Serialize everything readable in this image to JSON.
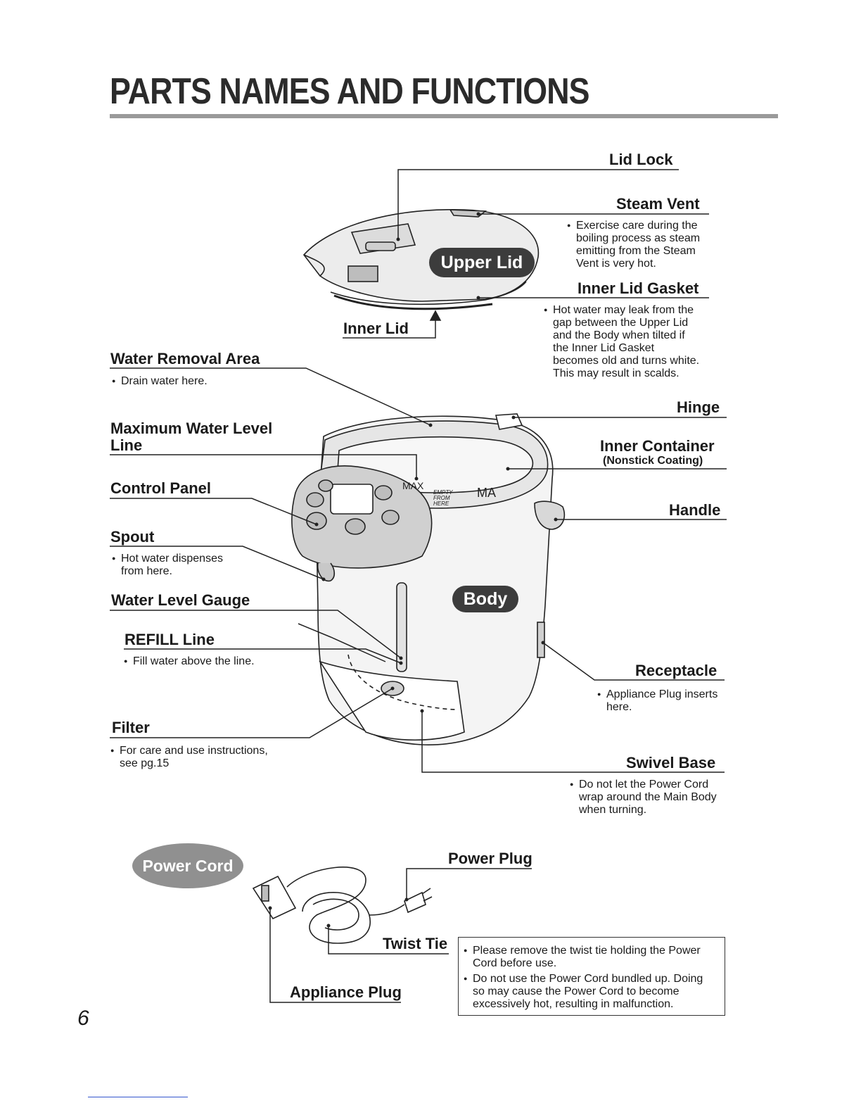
{
  "page": {
    "title": "PARTS NAMES AND FUNCTIONS",
    "page_number": "6"
  },
  "badges": {
    "upper_lid": "Upper Lid",
    "body": "Body",
    "power_cord": "Power Cord"
  },
  "labels": {
    "lid_lock": "Lid Lock",
    "steam_vent": "Steam Vent",
    "inner_lid_gasket": "Inner Lid Gasket",
    "inner_lid": "Inner Lid",
    "water_removal_area": "Water Removal Area",
    "hinge": "Hinge",
    "max_water_level_1": "Maximum Water Level",
    "max_water_level_2": "Line",
    "inner_container": "Inner Container",
    "inner_container_sub": "(Nonstick Coating)",
    "control_panel": "Control Panel",
    "handle": "Handle",
    "spout": "Spout",
    "water_level_gauge": "Water Level Gauge",
    "refill_line": "REFILL Line",
    "receptacle": "Receptacle",
    "filter": "Filter",
    "swivel_base": "Swivel Base",
    "power_plug": "Power Plug",
    "twist_tie": "Twist Tie",
    "appliance_plug": "Appliance Plug"
  },
  "notes": {
    "steam_vent": [
      "Exercise care during the",
      "boiling process as steam",
      "emitting from the Steam",
      "Vent is very hot."
    ],
    "inner_lid_gasket": [
      "Hot water may leak from the",
      "gap between the Upper Lid",
      "and the Body when tilted if",
      "the Inner Lid Gasket",
      "becomes old and turns white.",
      "This may result in scalds."
    ],
    "water_removal_area": [
      "Drain water here."
    ],
    "spout": [
      "Hot water dispenses",
      "from here."
    ],
    "refill_line": [
      "Fill water above the line."
    ],
    "receptacle": [
      "Appliance Plug inserts",
      "here."
    ],
    "filter": [
      "For care and use instructions,",
      "see pg.15"
    ],
    "swivel_base": [
      "Do not let the Power Cord",
      "wrap around the Main Body",
      "when turning."
    ],
    "power_cord_1": [
      "Please remove the twist tie holding the Power",
      "Cord before use."
    ],
    "power_cord_2": [
      "Do not use the Power Cord bundled up. Doing",
      "so may cause the Power Cord to become",
      "excessively hot, resulting in malfunction."
    ]
  },
  "markings": {
    "max_left": "MAX",
    "max_right": "MA",
    "empty_from_here": [
      "EMPTY",
      "FROM",
      "HERE"
    ]
  }
}
